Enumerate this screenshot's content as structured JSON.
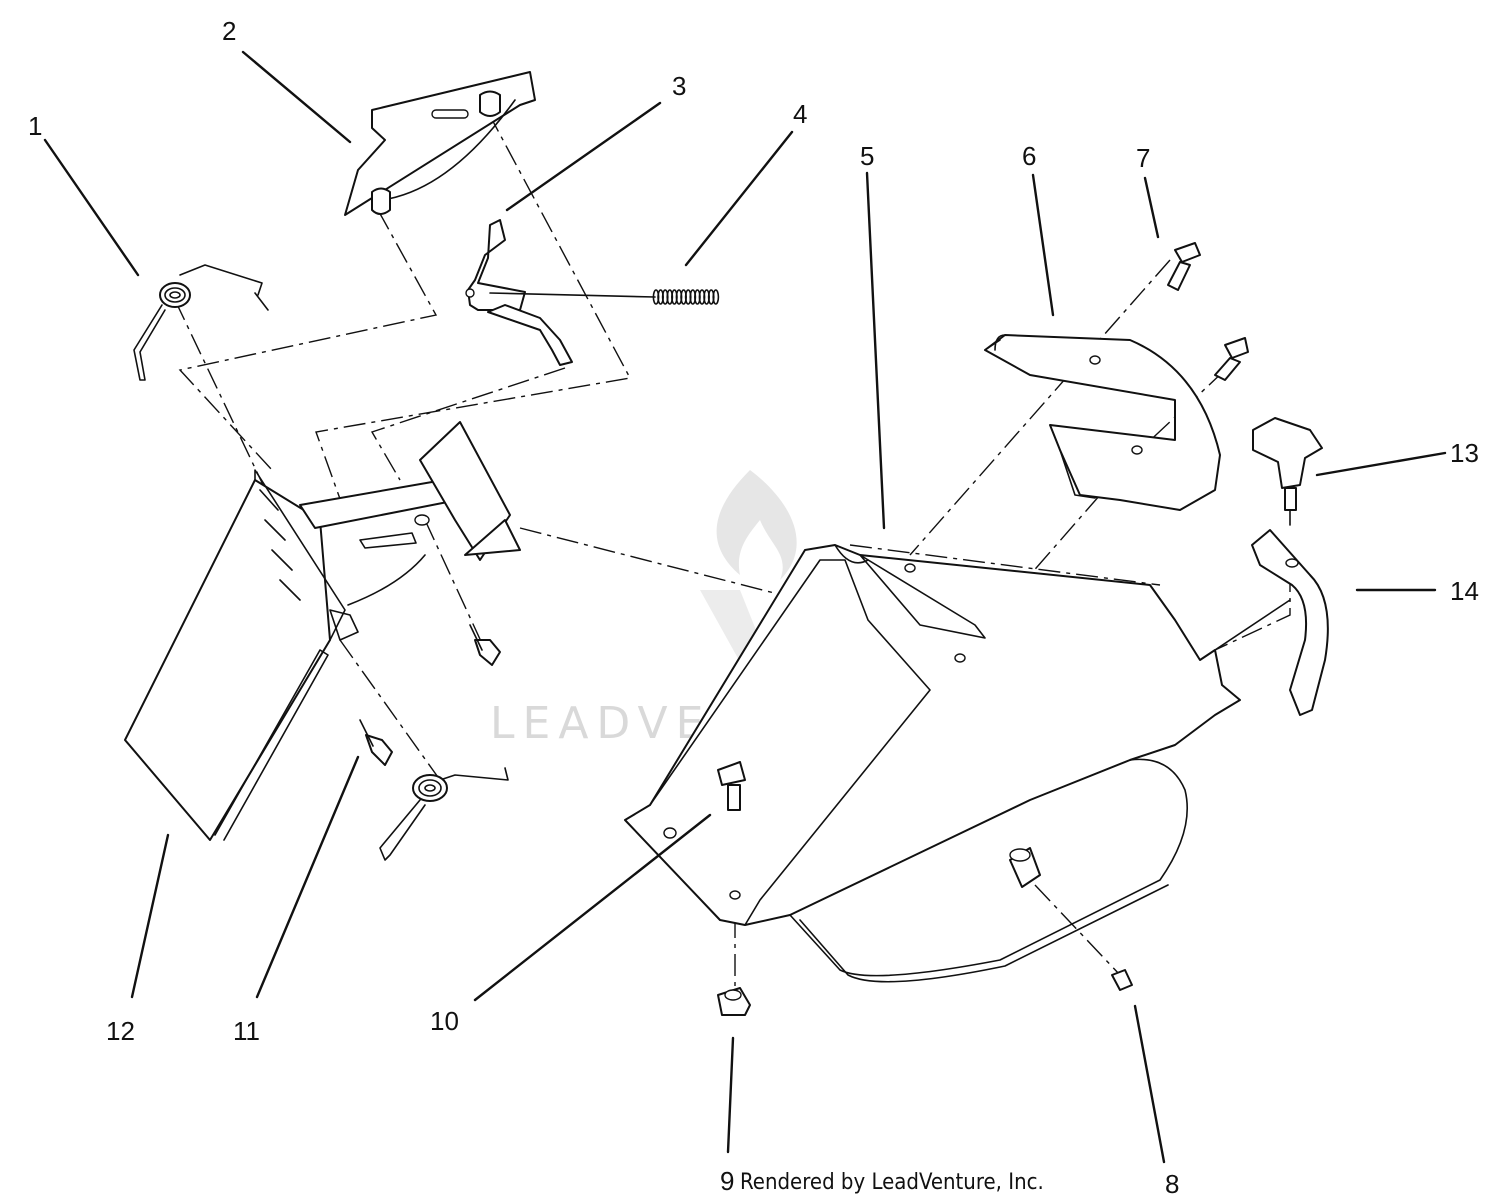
{
  "callouts": [
    "1",
    "2",
    "3",
    "4",
    "5",
    "6",
    "7",
    "8",
    "9",
    "10",
    "11",
    "12",
    "13",
    "14"
  ],
  "watermark": "LEADVENTURE",
  "credit": "Rendered by LeadVenture, Inc.",
  "colors": {
    "line": "#111111",
    "watermark": "#d9d9d9",
    "background": "#ffffff"
  }
}
